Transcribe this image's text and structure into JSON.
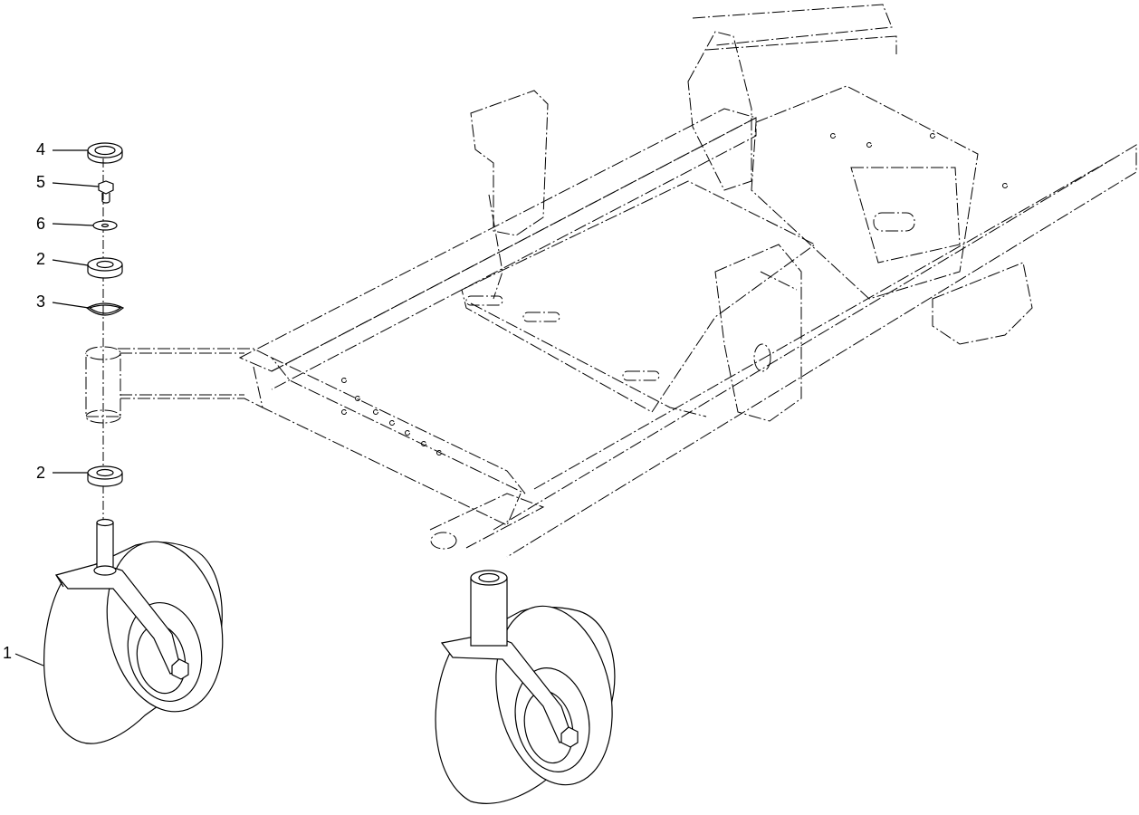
{
  "diagram": {
    "callouts": [
      {
        "id": "c4",
        "label": "4"
      },
      {
        "id": "c5",
        "label": "5"
      },
      {
        "id": "c6",
        "label": "6"
      },
      {
        "id": "c2a",
        "label": "2"
      },
      {
        "id": "c3",
        "label": "3"
      },
      {
        "id": "c2b",
        "label": "2"
      },
      {
        "id": "c1",
        "label": "1"
      }
    ]
  }
}
